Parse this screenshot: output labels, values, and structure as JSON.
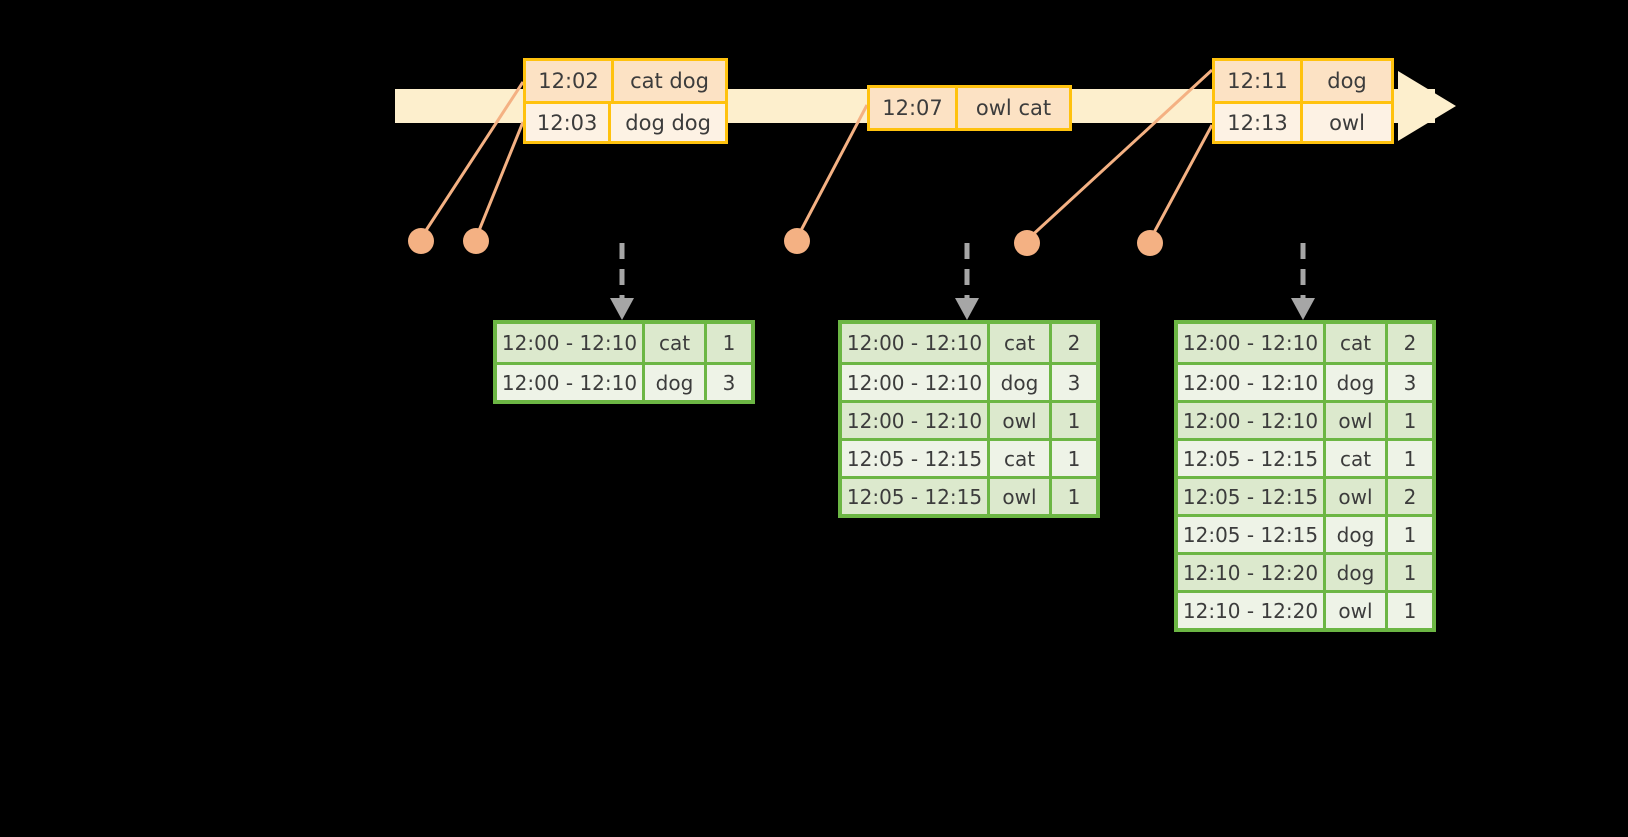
{
  "diagram": {
    "title": "sliding-window-word-count-timeline",
    "colors": {
      "background": "#000000",
      "timeline_fill": "#fdefcd",
      "event_border": "#ffc20e",
      "event_shade_a": "#fce2c4",
      "event_shade_b": "#fdf2e4",
      "connector": "#f4b183",
      "dot": "#f4b183",
      "table_border": "#6cb644",
      "table_shade_a": "#dce9cd",
      "table_shade_b": "#eef3e7",
      "arrow_gray": "#a6a6a6",
      "text": "#3c3c3c"
    }
  },
  "timeline": {
    "name": "event-stream-timeline",
    "arrow_direction": "right",
    "event_groups": [
      {
        "name": "event-group-1",
        "events": [
          {
            "time": "12:02",
            "words": "cat dog"
          },
          {
            "time": "12:03",
            "words": "dog dog"
          }
        ]
      },
      {
        "name": "event-group-2",
        "events": [
          {
            "time": "12:07",
            "words": "owl cat"
          }
        ]
      },
      {
        "name": "event-group-3",
        "events": [
          {
            "time": "12:11",
            "words": "dog"
          },
          {
            "time": "12:13",
            "words": "owl"
          }
        ]
      }
    ]
  },
  "results": [
    {
      "name": "result-table-1",
      "rows": [
        {
          "window": "12:00 - 12:10",
          "word": "cat",
          "count": "1"
        },
        {
          "window": "12:00 - 12:10",
          "word": "dog",
          "count": "3"
        }
      ]
    },
    {
      "name": "result-table-2",
      "rows": [
        {
          "window": "12:00 - 12:10",
          "word": "cat",
          "count": "2"
        },
        {
          "window": "12:00 - 12:10",
          "word": "dog",
          "count": "3"
        },
        {
          "window": "12:00 - 12:10",
          "word": "owl",
          "count": "1"
        },
        {
          "window": "12:05 - 12:15",
          "word": "cat",
          "count": "1"
        },
        {
          "window": "12:05 - 12:15",
          "word": "owl",
          "count": "1"
        }
      ]
    },
    {
      "name": "result-table-3",
      "rows": [
        {
          "window": "12:00 - 12:10",
          "word": "cat",
          "count": "2"
        },
        {
          "window": "12:00 - 12:10",
          "word": "dog",
          "count": "3"
        },
        {
          "window": "12:00 - 12:10",
          "word": "owl",
          "count": "1"
        },
        {
          "window": "12:05 - 12:15",
          "word": "cat",
          "count": "1"
        },
        {
          "window": "12:05 - 12:15",
          "word": "owl",
          "count": "2"
        },
        {
          "window": "12:05 - 12:15",
          "word": "dog",
          "count": "1"
        },
        {
          "window": "12:10 - 12:20",
          "word": "dog",
          "count": "1"
        },
        {
          "window": "12:10 - 12:20",
          "word": "owl",
          "count": "1"
        }
      ]
    }
  ],
  "markers": [
    {
      "name": "trigger-dot-1"
    },
    {
      "name": "trigger-dot-2"
    },
    {
      "name": "trigger-dot-3"
    },
    {
      "name": "trigger-dot-4"
    },
    {
      "name": "trigger-dot-5"
    }
  ]
}
